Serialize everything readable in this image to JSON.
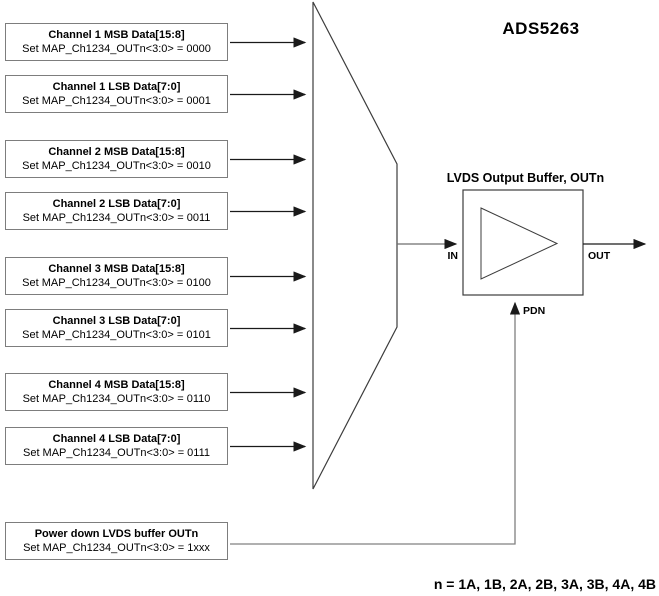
{
  "device_title": "ADS5263",
  "footnote": "n = 1A, 1B, 2A, 2B, 3A, 3B, 4A, 4B",
  "boxes": [
    {
      "title": "Channel 1 MSB Data[15:8]",
      "subtitle": "Set MAP_Ch1234_OUTn<3:0> = 0000"
    },
    {
      "title": "Channel 1 LSB Data[7:0]",
      "subtitle": "Set MAP_Ch1234_OUTn<3:0> = 0001"
    },
    {
      "title": "Channel 2 MSB Data[15:8]",
      "subtitle": "Set MAP_Ch1234_OUTn<3:0> = 0010"
    },
    {
      "title": "Channel 2 LSB Data[7:0]",
      "subtitle": "Set MAP_Ch1234_OUTn<3:0> = 0011"
    },
    {
      "title": "Channel 3 MSB Data[15:8]",
      "subtitle": "Set MAP_Ch1234_OUTn<3:0> = 0100"
    },
    {
      "title": "Channel 3 LSB Data[7:0]",
      "subtitle": "Set MAP_Ch1234_OUTn<3:0> = 0101"
    },
    {
      "title": "Channel 4 MSB Data[15:8]",
      "subtitle": "Set MAP_Ch1234_OUTn<3:0> = 0110"
    },
    {
      "title": "Channel 4 LSB Data[7:0]",
      "subtitle": "Set MAP_Ch1234_OUTn<3:0> = 0111"
    },
    {
      "title": "Power down LVDS buffer OUTn",
      "subtitle": "Set MAP_Ch1234_OUTn<3:0> = 1xxx"
    }
  ],
  "lvds_buffer": {
    "label": "LVDS Output Buffer, OUTn",
    "in_port": "IN",
    "out_port": "OUT",
    "pdn_port": "PDN"
  },
  "colors": {
    "background": "#ffffff",
    "text": "#000000",
    "wire_black": "#1a1a1a",
    "wire_gray": "#808080",
    "box_border": "#7d7d7d",
    "mux_outline": "#3c3c3c"
  }
}
